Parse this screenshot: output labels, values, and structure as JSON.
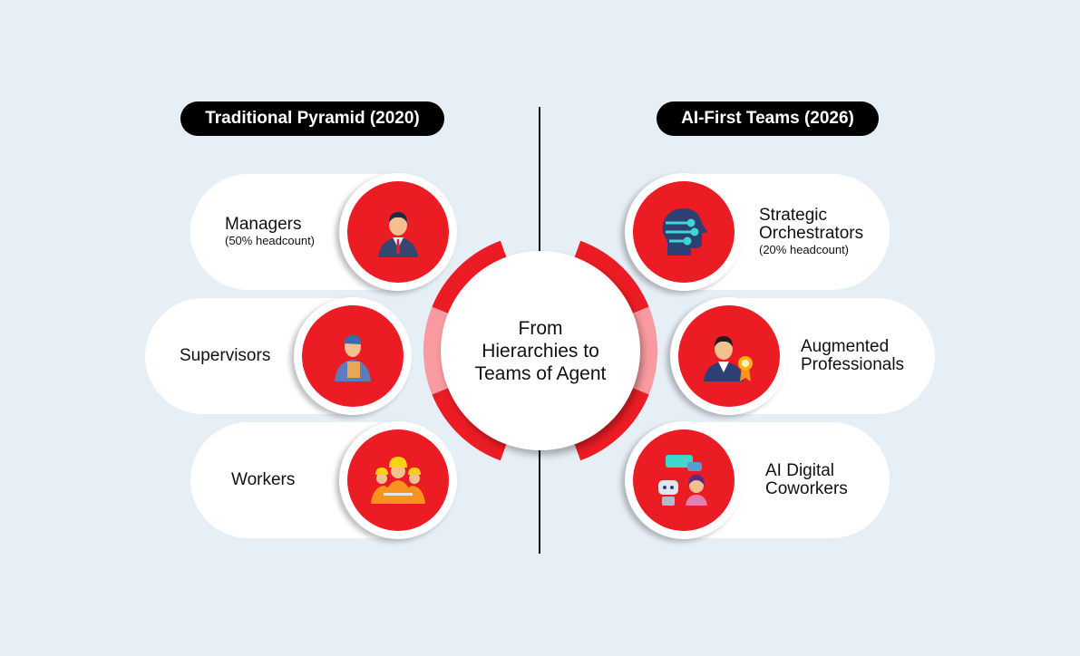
{
  "left_title": "Traditional Pyramid (2020)",
  "right_title": "AI-First Teams (2026)",
  "center_text": "From Hierarchies to Teams of Agent",
  "left_items": [
    {
      "label": "Managers",
      "sub": "(50% headcount)",
      "icon": "manager-icon"
    },
    {
      "label": "Supervisors",
      "icon": "supervisor-icon"
    },
    {
      "label": "Workers",
      "icon": "workers-icon"
    }
  ],
  "right_items": [
    {
      "label": "Strategic Orchestrators",
      "sub": "(20% headcount)",
      "icon": "ai-head-icon"
    },
    {
      "label": "Augmented Professionals",
      "icon": "professional-award-icon"
    },
    {
      "label": "AI Digital Coworkers",
      "icon": "robot-human-chat-icon"
    }
  ],
  "colors": {
    "accent": "#ec1c24",
    "accent_light": "#f99aa0",
    "background": "#e6eef6"
  }
}
